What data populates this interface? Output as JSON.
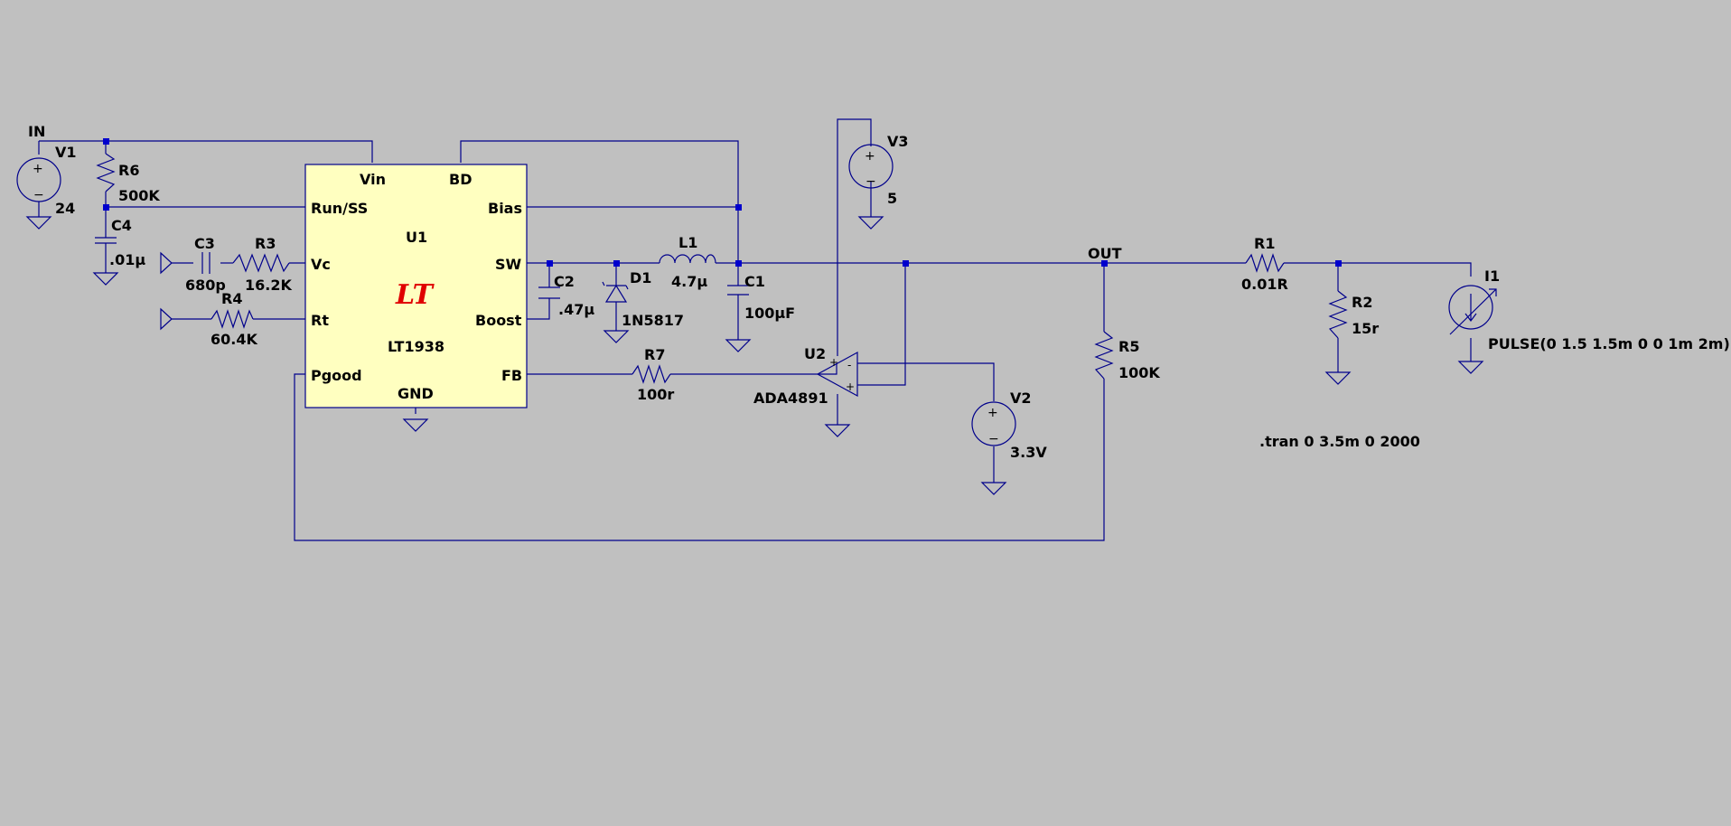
{
  "colors": {
    "background": "#c0c0c0",
    "wire": "#00008b",
    "junction": "#0000cd",
    "ic_fill": "#ffffc0",
    "logo": "#e00000"
  },
  "net_labels": {
    "in": "IN",
    "out": "OUT"
  },
  "v1": {
    "name": "V1",
    "value": "24"
  },
  "v2": {
    "name": "V2",
    "value": "3.3V"
  },
  "v3": {
    "name": "V3",
    "value": "5"
  },
  "r1": {
    "name": "R1",
    "value": "0.01R"
  },
  "r2": {
    "name": "R2",
    "value": "15r"
  },
  "r3": {
    "name": "R3",
    "value": "16.2K"
  },
  "r4": {
    "name": "R4",
    "value": "60.4K"
  },
  "r5": {
    "name": "R5",
    "value": "100K"
  },
  "r6": {
    "name": "R6",
    "value": "500K"
  },
  "r7": {
    "name": "R7",
    "value": "100r"
  },
  "c1": {
    "name": "C1",
    "value": "100µF"
  },
  "c2": {
    "name": "C2",
    "value": ".47µ"
  },
  "c3": {
    "name": "C3",
    "value": "680p"
  },
  "c4": {
    "name": "C4",
    "value": ".01µ"
  },
  "l1": {
    "name": "L1",
    "value": "4.7µ"
  },
  "d1": {
    "name": "D1",
    "value": "1N5817"
  },
  "i1": {
    "name": "I1",
    "value": "PULSE(0 1.5 1.5m 0 0 1m 2m)"
  },
  "u1": {
    "name": "U1",
    "part": "LT1938",
    "logo_text": "LT",
    "pins": {
      "vin": "Vin",
      "bd": "BD",
      "run_ss": "Run/SS",
      "bias": "Bias",
      "vc": "Vc",
      "sw": "SW",
      "rt": "Rt",
      "boost": "Boost",
      "pgood": "Pgood",
      "fb": "FB",
      "gnd": "GND"
    }
  },
  "u2": {
    "name": "U2",
    "part": "ADA4891",
    "plus_top": "+",
    "minus": "-",
    "plus_bottom": "+"
  },
  "sim_directive": ".tran 0 3.5m 0 2000",
  "source_marks": {
    "plus": "+",
    "minus": "−"
  }
}
